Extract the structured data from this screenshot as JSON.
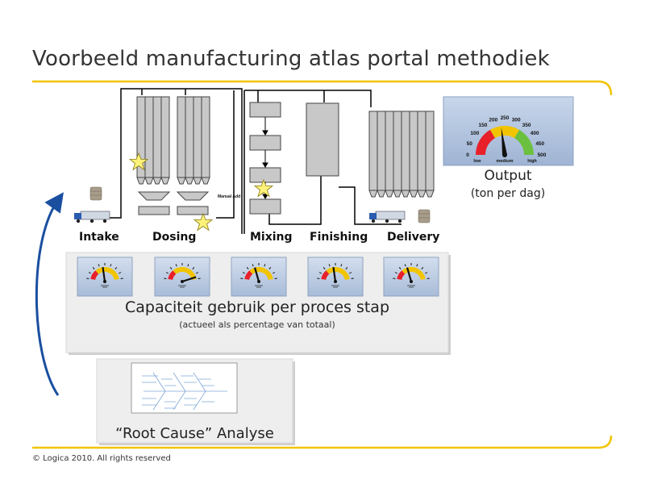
{
  "title": "Voorbeeld manufacturing atlas portal methodiek",
  "process_steps": [
    "Intake",
    "Dosing",
    "Mixing",
    "Finishing",
    "Delivery"
  ],
  "manual_add_label": "Manual Add",
  "output": {
    "title": "Output",
    "subtitle": "(ton per dag)",
    "scale_labels": [
      "0",
      "50",
      "100",
      "150",
      "200",
      "250",
      "300",
      "350",
      "400",
      "450",
      "500"
    ],
    "zone_labels": [
      "low",
      "medium",
      "high"
    ],
    "value": 230,
    "colors": {
      "low": "#e8202a",
      "medium": "#f2c400",
      "high": "#6cc040"
    }
  },
  "capacity": {
    "title": "Capaciteit gebruik per proces stap",
    "subtitle": "(actueel als percentage van totaal)",
    "gauges": [
      {
        "step": "Intake",
        "level": 0.45
      },
      {
        "step": "Dosing",
        "level": 0.95
      },
      {
        "step": "Mixing",
        "level": 0.4
      },
      {
        "step": "Finishing",
        "level": 0.45
      },
      {
        "step": "Delivery",
        "level": 0.4
      }
    ]
  },
  "root_cause": {
    "label": "“Root Cause” Analyse"
  },
  "copyright": "© Logica 2010. All rights reserved",
  "colors": {
    "accent": "#f2c400",
    "arrow": "#1a4fa0",
    "panel": "#eeeeee",
    "equipment": "#c8c8c8"
  }
}
